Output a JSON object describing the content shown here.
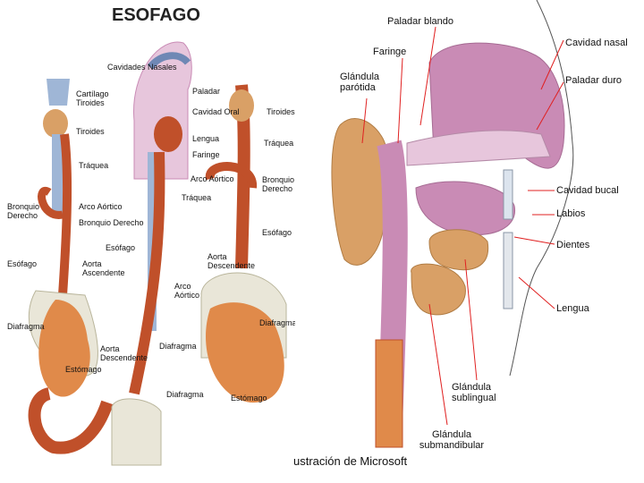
{
  "left_panel": {
    "title": "ESOFAGO",
    "labels": {
      "cavidades_nasales": "Cavidades Nasales",
      "paladar": "Paladar",
      "cavidad_oral": "Cavidad Oral",
      "lengua": "Lengua",
      "faringe": "Faringe",
      "cartilago_tiroides": "Cartílago Tiroides",
      "tiroides_left": "Tiroides",
      "traquea_left": "Tráquea",
      "arco_aortico_center": "Arco Aórtico",
      "traquea_center": "Tráquea",
      "bronquio_derecho_left": "Bronquio Derecho",
      "arco_aortico_left": "Arco Aórtico",
      "bronquio_derecho_mid": "Bronquio Derecho",
      "esofago_left": "Esófago",
      "esofago_mid": "Esófago",
      "aorta_ascendente": "Aorta Ascendente",
      "diafragma_left": "Diafragma",
      "estomago_left": "Estómago",
      "aorta_descendente_mid": "Aorta Descendente",
      "arco_aortico_mid": "Arco Aórtico",
      "diafragma_mid": "Diafragma",
      "diafragma_bottom": "Diafragma",
      "tiroides_right": "Tiroides",
      "traquea_right": "Tráquea",
      "bronquio_derecho_right": "Bronquio Derecho",
      "esofago_right": "Esófago",
      "aorta_descendente_right": "Aorta Descendente",
      "diafragma_right": "Diafragma",
      "estomago_right": "Estómago"
    }
  },
  "right_panel": {
    "labels": {
      "paladar_blando": "Paladar blando",
      "faringe": "Faringe",
      "cavidad_nasal": "Cavidad nasal",
      "glandula_parotida": "Glándula parótida",
      "paladar_duro": "Paladar duro",
      "cavidad_bucal": "Cavidad bucal",
      "labios": "Labios",
      "dientes": "Dientes",
      "lengua": "Lengua",
      "glandula_sublingual": "Glándula sublingual",
      "glandula_submandibular": "Glándula submandibular"
    }
  },
  "credit": "ustración de Microsoft",
  "colors": {
    "muscle": "#c0502a",
    "muscle_light": "#e08a4a",
    "gland": "#d9a066",
    "tissue_pink": "#c98bb5",
    "tissue_light": "#e7c6dc",
    "airway": "#9fb6d6",
    "stomach_wall": "#e9e6d8",
    "leader_red": "#e02020"
  }
}
